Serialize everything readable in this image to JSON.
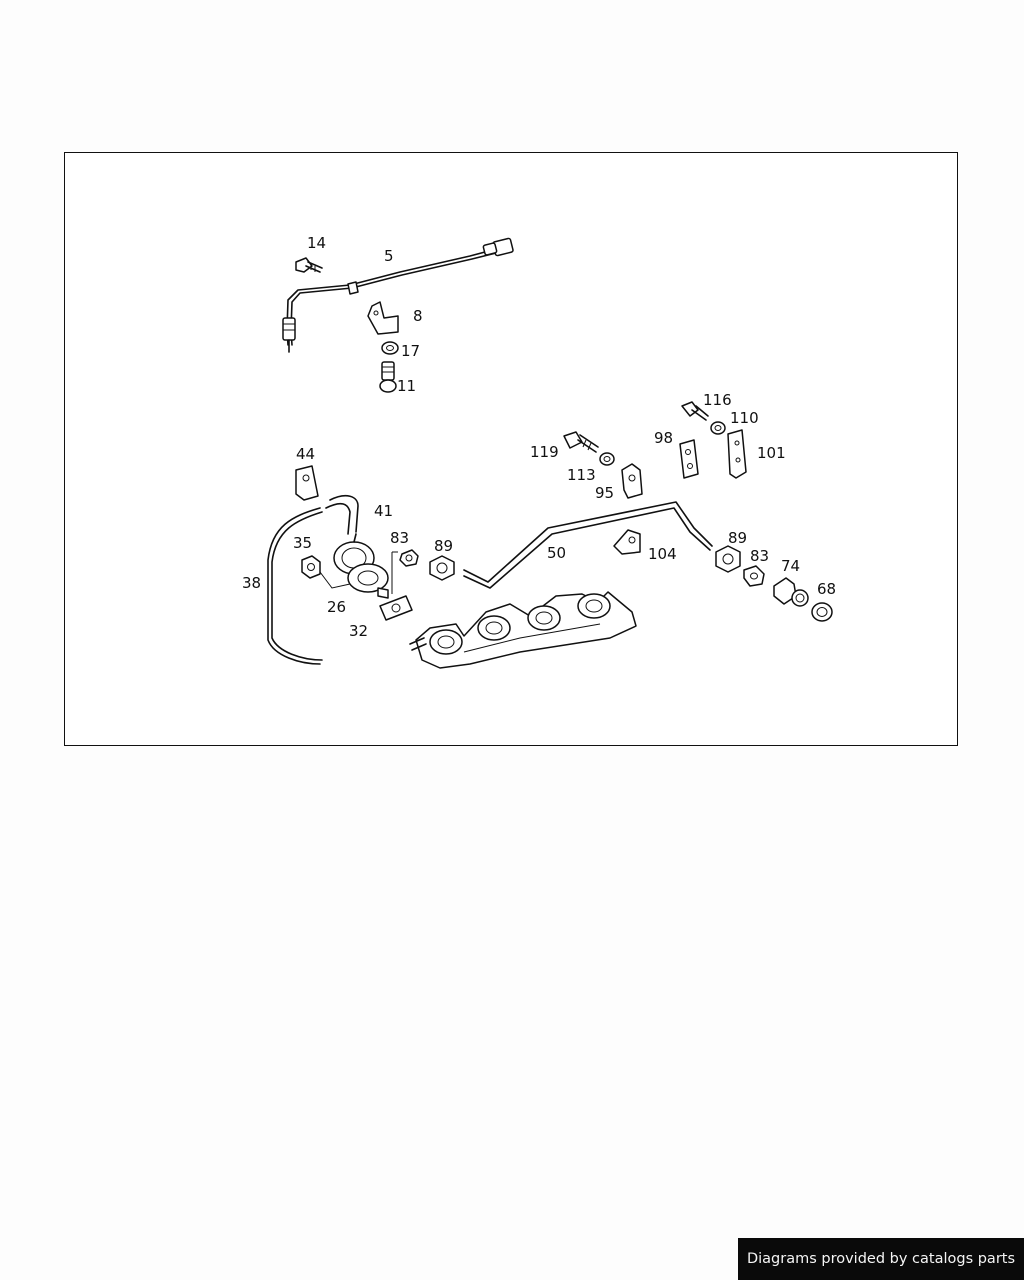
{
  "diagram": {
    "callouts": {
      "c14": "14",
      "c5": "5",
      "c8": "8",
      "c17": "17",
      "c11": "11",
      "c116": "116",
      "c110": "110",
      "c98": "98",
      "c101": "101",
      "c119": "119",
      "c113": "113",
      "c95": "95",
      "c44": "44",
      "c41": "41",
      "c83a": "83",
      "c89a": "89",
      "c50": "50",
      "c104": "104",
      "c89b": "89",
      "c83b": "83",
      "c74": "74",
      "c68": "68",
      "c35": "35",
      "c38": "38",
      "c26": "26",
      "c32": "32"
    }
  },
  "footer": {
    "text": "Diagrams provided by catalogs parts"
  }
}
